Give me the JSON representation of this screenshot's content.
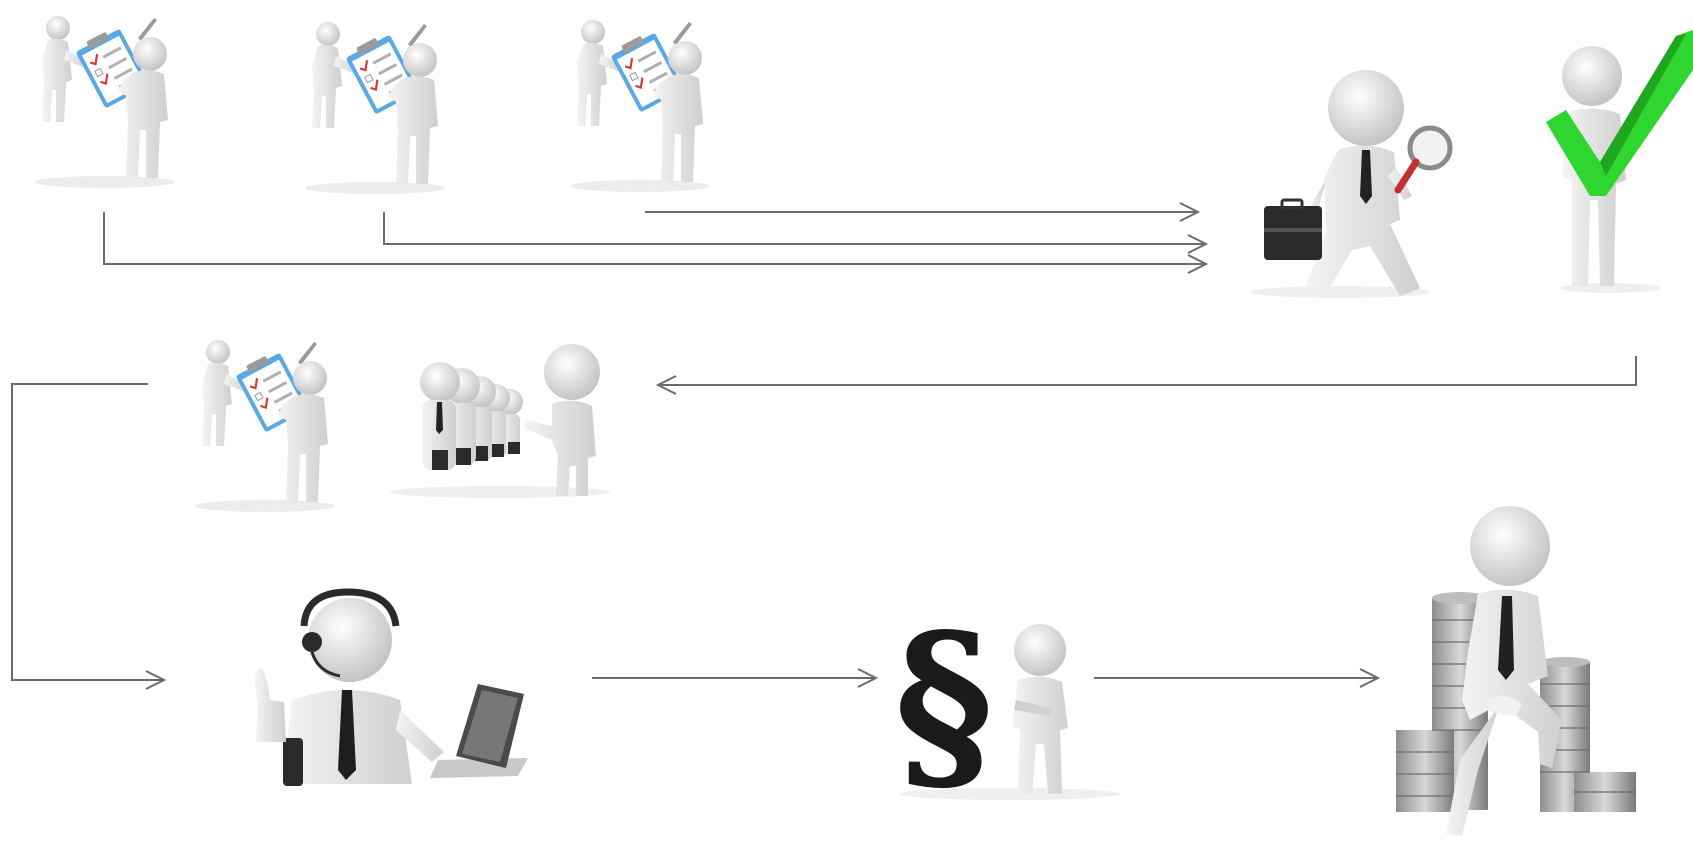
{
  "diagram": {
    "title": "",
    "nodes": [
      {
        "id": "inspection-1",
        "icon": "clipboard-inspection-icon"
      },
      {
        "id": "inspection-2",
        "icon": "clipboard-inspection-icon"
      },
      {
        "id": "inspection-3",
        "icon": "clipboard-inspection-icon"
      },
      {
        "id": "investigator",
        "icon": "magnifier-briefcase-person-icon"
      },
      {
        "id": "approval",
        "icon": "green-checkmark-person-icon"
      },
      {
        "id": "inspection-4",
        "icon": "clipboard-inspection-icon"
      },
      {
        "id": "queue",
        "icon": "queue-of-people-icon"
      },
      {
        "id": "support-agent",
        "icon": "headset-laptop-person-icon"
      },
      {
        "id": "legal",
        "icon": "paragraph-sign-person-icon"
      },
      {
        "id": "payout",
        "icon": "coins-stack-person-icon"
      }
    ],
    "edges": [
      {
        "from": "inspection-1",
        "to": "investigator"
      },
      {
        "from": "inspection-2",
        "to": "investigator"
      },
      {
        "from": "inspection-3",
        "to": "investigator"
      },
      {
        "from": "approval",
        "to": "queue"
      },
      {
        "from": "inspection-4",
        "to": "support-agent"
      },
      {
        "from": "support-agent",
        "to": "legal"
      },
      {
        "from": "legal",
        "to": "payout"
      }
    ],
    "colors": {
      "background": "#ffffff",
      "arrow": "#6b6b6b",
      "figure": "#e4e4e4",
      "figure_shade": "#c9c9c9",
      "check": "#2fd62f",
      "clipboard": "#5aa9e6",
      "tie": "#222222"
    }
  }
}
